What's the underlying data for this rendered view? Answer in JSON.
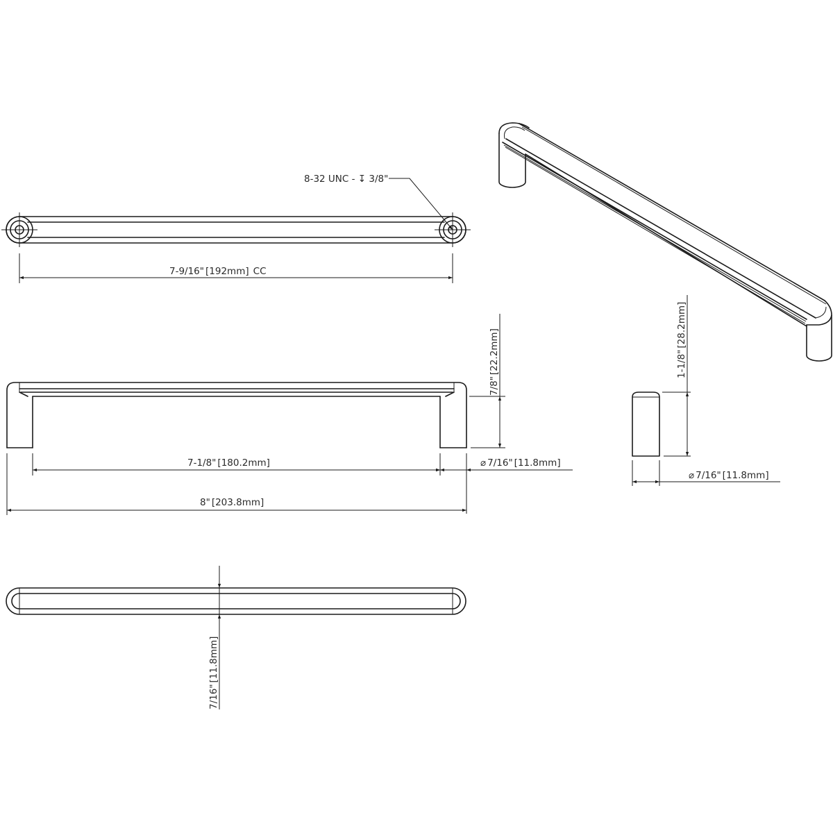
{
  "drawing": {
    "subject": "cabinet bar pull",
    "views": {
      "top": {
        "thread_callout": "8-32 UNC - ↧ 3/8\"",
        "center_to_center": {
          "imperial": "7-9/16\"",
          "metric": "192mm",
          "suffix": "CC"
        }
      },
      "front": {
        "height": {
          "imperial": "7/8\"",
          "metric": "22.2mm"
        },
        "inner_length": {
          "imperial": "7-1/8\"",
          "metric": "180.2mm"
        },
        "post_diameter": {
          "symbol": "⌀",
          "imperial": "7/16\"",
          "metric": "11.8mm"
        },
        "overall_length": {
          "imperial": "8\"",
          "metric": "203.8mm"
        }
      },
      "side": {
        "projection": {
          "imperial": "1-1/8\"",
          "metric": "28.2mm"
        },
        "post_diameter": {
          "symbol": "⌀",
          "imperial": "7/16\"",
          "metric": "11.8mm"
        }
      },
      "bottom": {
        "bar_width": {
          "imperial": "7/16\"",
          "metric": "11.8mm"
        }
      },
      "isometric": {}
    }
  }
}
